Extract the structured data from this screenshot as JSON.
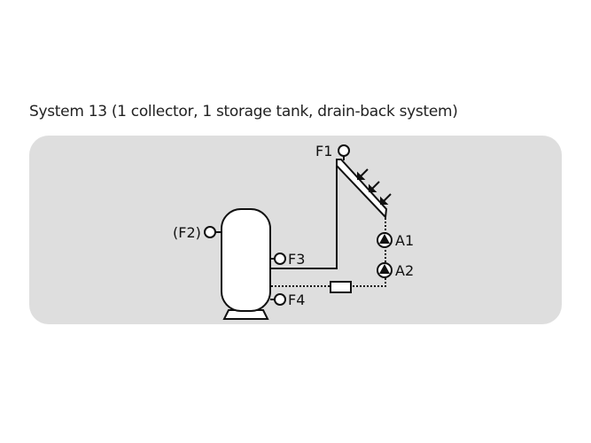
{
  "title": "System 13 (1 collector, 1 storage tank, drain-back system)",
  "labels": {
    "f1": "F1",
    "f2": "(F2)",
    "f3": "F3",
    "f4": "F4",
    "a1": "A1",
    "a2": "A2"
  },
  "colors": {
    "panel": "#dedede",
    "line": "#111111"
  }
}
